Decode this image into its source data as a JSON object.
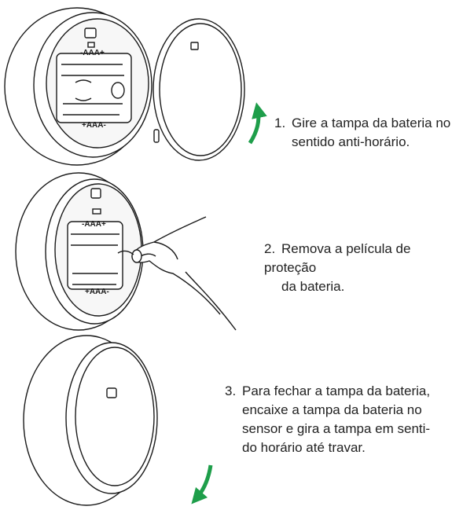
{
  "colors": {
    "arrow": "#1e9e4a",
    "line": "#1a1a1a",
    "fill": "#ffffff"
  },
  "battery_labels": {
    "top": "-AAA+",
    "bottom": "+AAA-"
  },
  "steps": [
    {
      "number": "1.",
      "lines": [
        "Gire a tampa da bateria no",
        "sentido anti-horário."
      ]
    },
    {
      "number": "2.",
      "lines": [
        "Remova a película de proteção",
        "da bateria."
      ]
    },
    {
      "number": "3.",
      "lines": [
        "Para fechar a tampa da bateria,",
        "encaixe a tampa da bateria no",
        "sensor e gira a tampa em senti-",
        "do horário até travar."
      ]
    }
  ],
  "icons": [
    "rotate-counterclockwise-arrow-icon",
    "rotate-clockwise-arrow-icon"
  ]
}
